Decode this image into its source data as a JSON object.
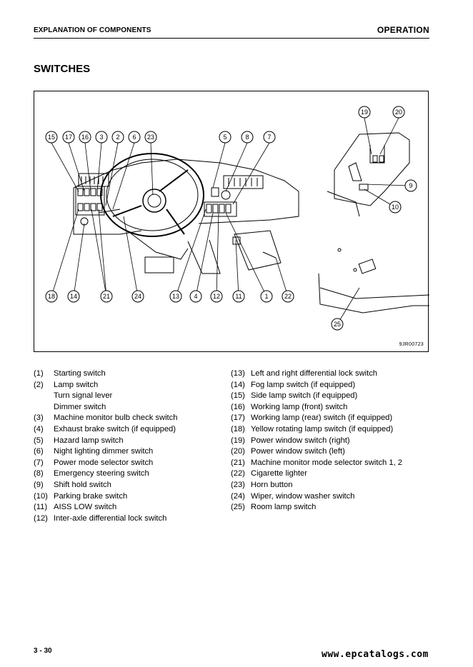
{
  "header": {
    "left_title": "EXPLANATION OF COMPONENTS",
    "right_title": "OPERATION"
  },
  "section_title": "SWITCHES",
  "figure": {
    "code": "9JR00723",
    "callouts": [
      "15",
      "17",
      "16",
      "3",
      "2",
      "6",
      "23",
      "5",
      "8",
      "7",
      "19",
      "20",
      "9",
      "10",
      "18",
      "14",
      "21",
      "24",
      "13",
      "4",
      "12",
      "11",
      "1",
      "22",
      "25"
    ]
  },
  "legend_left": [
    {
      "num": "(1)",
      "text": "Starting switch"
    },
    {
      "num": "(2)",
      "text": "Lamp switch"
    },
    {
      "num": "",
      "text": "Turn signal lever"
    },
    {
      "num": "",
      "text": "Dimmer switch"
    },
    {
      "num": "(3)",
      "text": "Machine monitor bulb check switch"
    },
    {
      "num": "(4)",
      "text": "Exhaust brake switch (if equipped)"
    },
    {
      "num": "(5)",
      "text": "Hazard lamp switch"
    },
    {
      "num": "(6)",
      "text": "Night lighting dimmer switch"
    },
    {
      "num": "(7)",
      "text": "Power mode selector switch"
    },
    {
      "num": "(8)",
      "text": "Emergency steering switch"
    },
    {
      "num": "(9)",
      "text": "Shift hold switch"
    },
    {
      "num": "(10)",
      "text": "Parking brake switch"
    },
    {
      "num": "(11)",
      "text": "AISS LOW switch"
    },
    {
      "num": "(12)",
      "text": "Inter-axle differential lock switch"
    }
  ],
  "legend_right": [
    {
      "num": "(13)",
      "text": "Left and right differential lock switch"
    },
    {
      "num": "(14)",
      "text": "Fog lamp switch (if equipped)"
    },
    {
      "num": "(15)",
      "text": "Side lamp switch (if equipped)"
    },
    {
      "num": "(16)",
      "text": "Working lamp (front) switch"
    },
    {
      "num": "(17)",
      "text": "Working lamp (rear) switch (if equipped)"
    },
    {
      "num": "(18)",
      "text": "Yellow rotating lamp switch (if equipped)"
    },
    {
      "num": "(19)",
      "text": "Power window switch (right)"
    },
    {
      "num": "(20)",
      "text": "Power window switch (left)"
    },
    {
      "num": "(21)",
      "text": "Machine monitor mode selector switch 1, 2"
    },
    {
      "num": "(22)",
      "text": "Cigarette lighter"
    },
    {
      "num": "(23)",
      "text": "Horn button"
    },
    {
      "num": "(24)",
      "text": "Wiper, window washer switch"
    },
    {
      "num": "(25)",
      "text": "Room lamp switch"
    }
  ],
  "footer": {
    "page_number": "3 - 30",
    "watermark": "www.epcatalogs.com"
  }
}
